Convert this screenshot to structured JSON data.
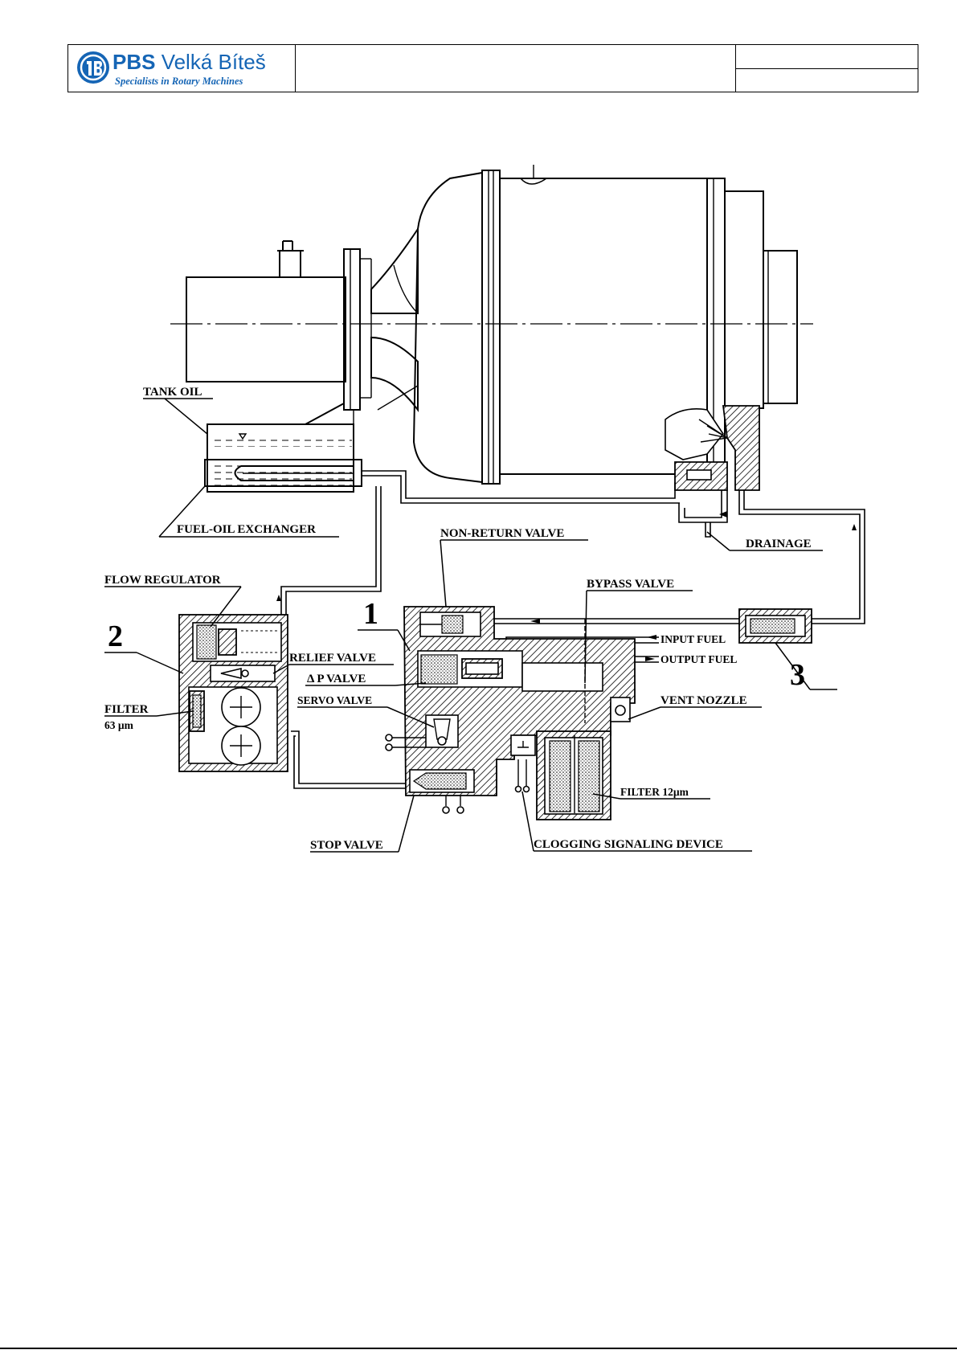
{
  "header": {
    "brand_bold": "PBS",
    "brand_rest": " Velká Bíteš",
    "tagline": "Specialists in Rotary Machines",
    "brand_color": "#1565b5",
    "logo_icon": "pbs-logo-icon"
  },
  "labels": {
    "tank_oil": "TANK OIL",
    "fuel_oil_exchanger": "FUEL-OIL EXCHANGER",
    "non_return_valve": "NON-RETURN VALVE",
    "drainage": "DRAINAGE",
    "flow_regulator": "FLOW REGULATOR",
    "bypass_valve": "BYPASS VALVE",
    "relief_valve": "RELIEF VALVE",
    "input_fuel": "INPUT FUEL",
    "output_fuel": "OUTPUT FUEL",
    "delta_p_valve": "Δ P VALVE",
    "servo_valve": "SERVO VALVE",
    "vent_nozzle": "VENT NOZZLE",
    "filter": "FILTER",
    "filter_size": "63 µm",
    "filter_12": "FILTER 12µm",
    "stop_valve": "STOP VALVE",
    "clogging_device": "CLOGGING SIGNALING DEVICE"
  },
  "callouts": {
    "unit_1": "1",
    "unit_2": "2",
    "unit_3": "3"
  }
}
